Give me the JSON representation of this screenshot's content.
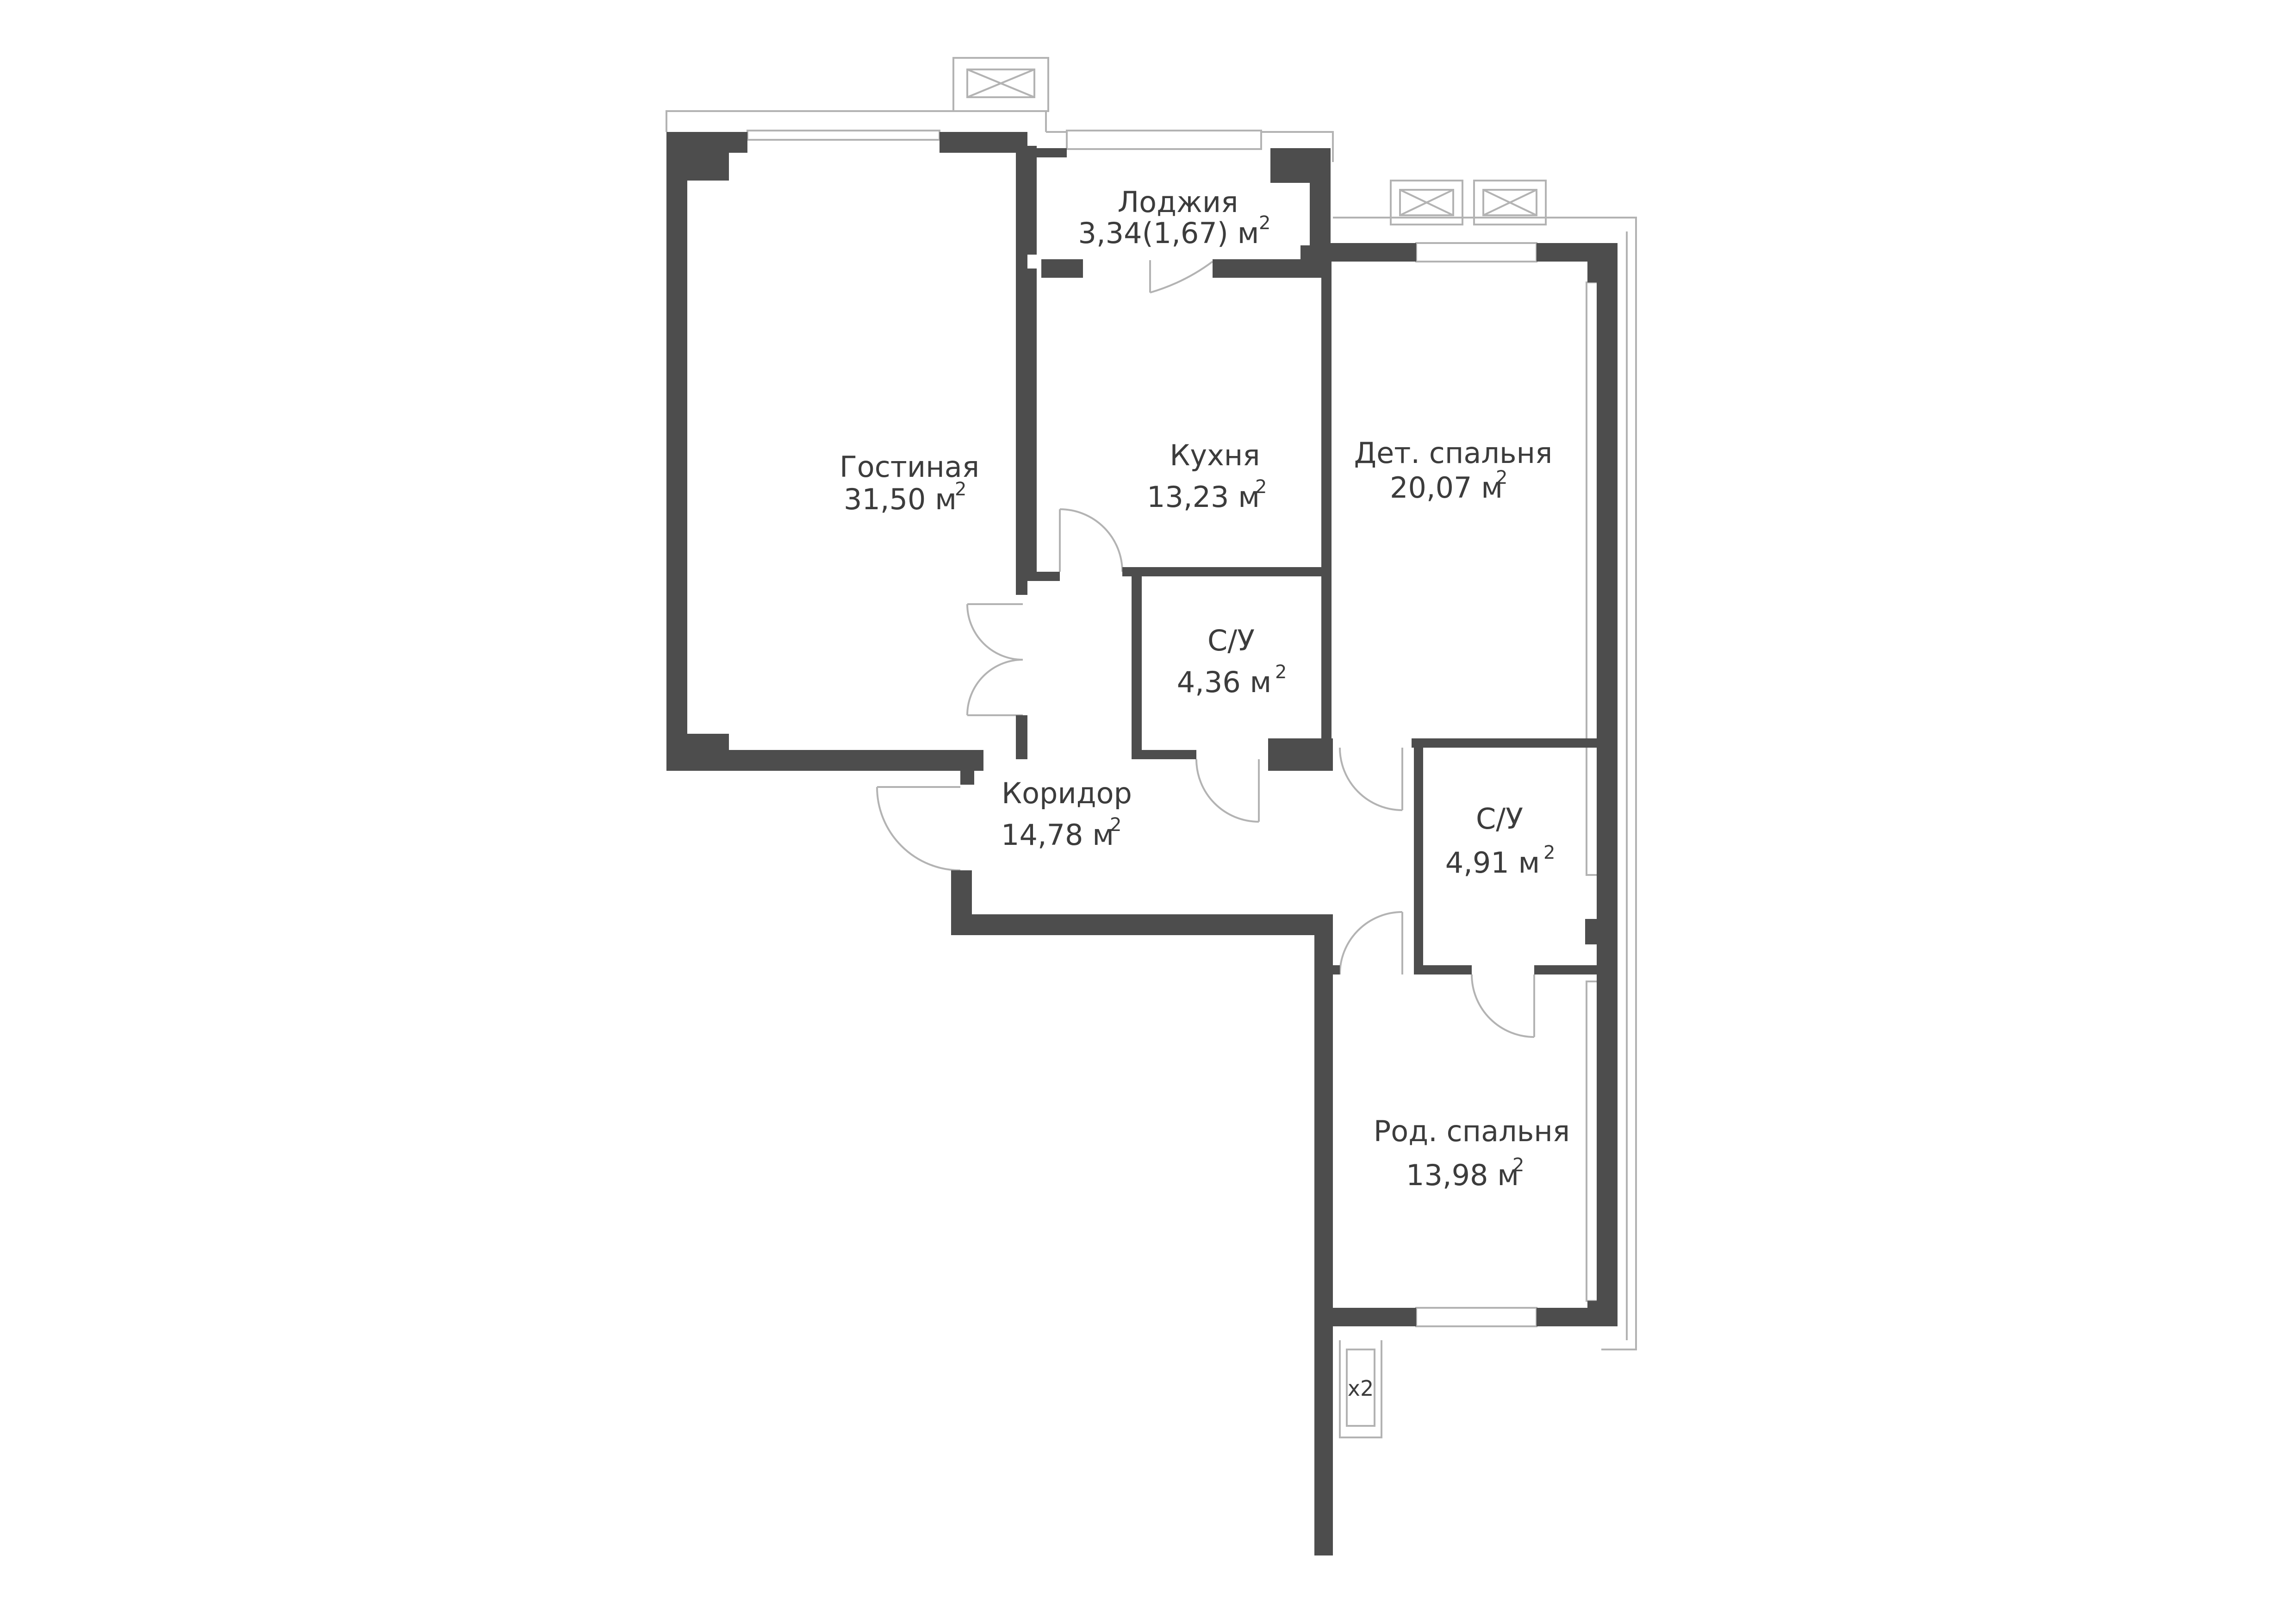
{
  "colors": {
    "wall": "#4d4d4d",
    "outline": "#b3b3b3",
    "text": "#3c3c3c",
    "background": "#ffffff"
  },
  "rooms": [
    {
      "id": "living",
      "name": "Гостиная",
      "area": "31,50 м",
      "sup": "2"
    },
    {
      "id": "loggia",
      "name": "Лоджия",
      "area": "3,34(1,67) м",
      "sup": "2"
    },
    {
      "id": "kitchen",
      "name": "Кухня",
      "area": "13,23 м",
      "sup": "2"
    },
    {
      "id": "kids",
      "name": "Дет. спальня",
      "area": "20,07 м",
      "sup": "2"
    },
    {
      "id": "bath1",
      "name": "С/У",
      "area": "4,36 м",
      "sup": "2"
    },
    {
      "id": "corridor",
      "name": "Коридор",
      "area": "14,78 м",
      "sup": "2"
    },
    {
      "id": "bath2",
      "name": "С/У",
      "area": "4,91 м",
      "sup": "2"
    },
    {
      "id": "master",
      "name": "Род. спальня",
      "area": "13,98 м",
      "sup": "2"
    }
  ],
  "ac_units": [
    {
      "id": "ac-top"
    },
    {
      "id": "ac-right-1"
    },
    {
      "id": "ac-right-2"
    },
    {
      "id": "ac-bottom",
      "tag": "x2"
    }
  ]
}
